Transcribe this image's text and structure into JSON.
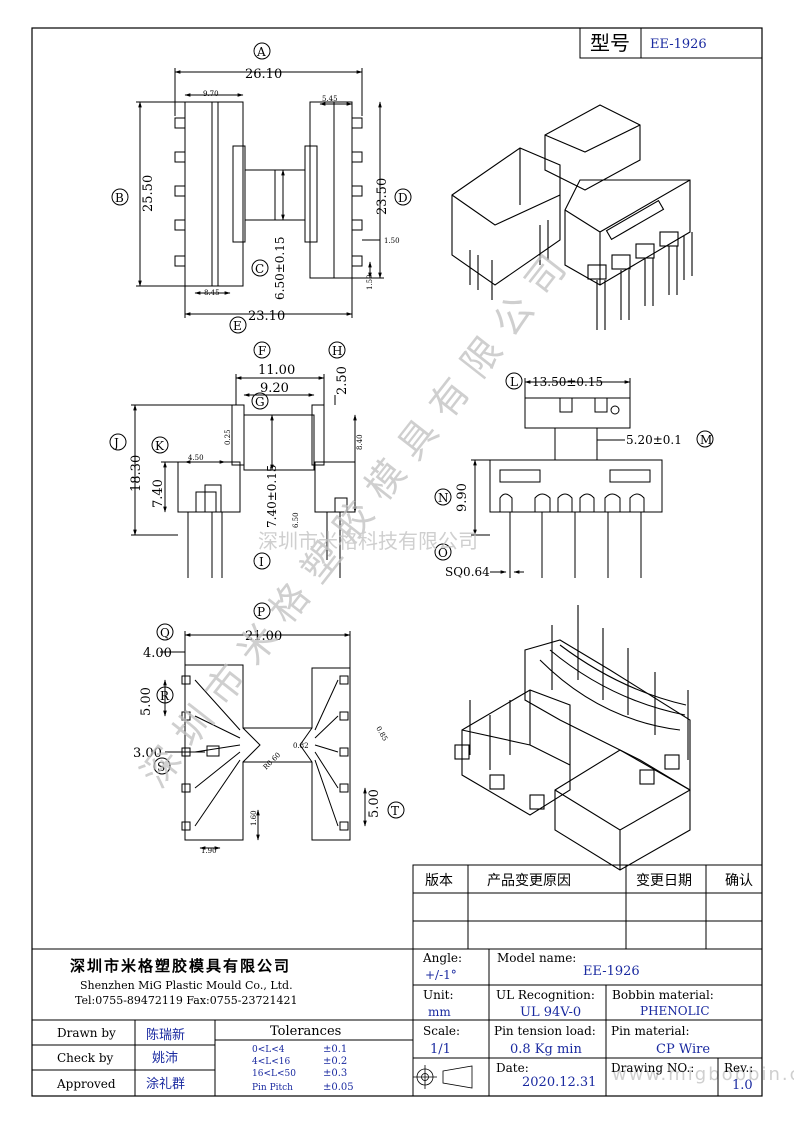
{
  "title_block": {
    "model_label": "型号",
    "model_value": "EE-1926"
  },
  "dimensions": {
    "A": "A",
    "B": "B",
    "C": "C",
    "D": "D",
    "E": "E",
    "F": "F",
    "G": "G",
    "H": "H",
    "I": "I",
    "J": "J",
    "K": "K",
    "L": "L",
    "M": "M",
    "N": "N",
    "O": "O",
    "P": "P",
    "Q": "Q",
    "R": "R",
    "S": "S",
    "T": "T",
    "a_val": "26.10",
    "b_val": "25.50",
    "c_val": "6.50±0.15",
    "d_val": "23.50",
    "e_val": "23.10",
    "f_val": "11.00",
    "g_val": "9.20",
    "h_val": "2.50",
    "i_val": "7.40±0.15",
    "j_val": "18.30",
    "k_val": "7.40",
    "l_val": "13.50±0.15",
    "m_val": "5.20±0.1",
    "n_val": "9.90",
    "o_val": "SQ0.64",
    "p_val": "21.00",
    "q_val": "4.00",
    "r_val": "5.00",
    "s_val": "3.00",
    "t_val": "5.00",
    "small_970": "9.70",
    "small_545": "5.45",
    "small_845": "8.45",
    "small_150a": "1.50",
    "small_150b": "1.50",
    "small_450": "4.50",
    "small_025": "0.25",
    "small_840": "8.40",
    "small_650": "6.50",
    "small_082": "0.82",
    "small_085": "0.85",
    "small_160": "1.60",
    "small_190": "1.90",
    "small_r": "R0.60"
  },
  "revision_table": {
    "col1": "版本",
    "col2": "产品变更原因",
    "col3": "变更日期",
    "col4": "确认"
  },
  "company": {
    "name_cn": "深圳市米格塑胶模具有限公司",
    "name_en": "Shenzhen MiG Plastic Mould Co., Ltd.",
    "contact": "Tel:0755-89472119   Fax:0755-23721421"
  },
  "specs": {
    "angle_label": "Angle:",
    "angle_value": "+/-1°",
    "model_label": "Model name:",
    "model_value": "EE-1926",
    "unit_label": "Unit:",
    "unit_value": "mm",
    "ul_label": "UL Recognition:",
    "ul_value": "UL 94V-0",
    "bobbin_label": "Bobbin material:",
    "bobbin_value": "PHENOLIC",
    "scale_label": "Scale:",
    "scale_value": "1/1",
    "pin_tension_label": "Pin tension load:",
    "pin_tension_value": "0.8 Kg min",
    "pin_material_label": "Pin material:",
    "pin_material_value": "CP Wire",
    "date_label": "Date:",
    "date_value": "2020.12.31",
    "drawing_label": "Drawing NO.:",
    "drawing_value": "",
    "rev_label": "Rev.:",
    "rev_value": "1.0"
  },
  "signoff": {
    "drawn_label": "Drawn by",
    "drawn_value": "陈瑞新",
    "check_label": "Check by",
    "check_value": "姚沛",
    "approved_label": "Approved",
    "approved_value": "涂礼群"
  },
  "tolerances": {
    "title": "Tolerances",
    "rows": [
      {
        "range": "0<L<4",
        "tol": "±0.1"
      },
      {
        "range": "4<L<16",
        "tol": "±0.2"
      },
      {
        "range": "16<L<50",
        "tol": "±0.3"
      },
      {
        "range": "Pin Pitch",
        "tol": "±0.05"
      }
    ]
  },
  "watermark": {
    "company": "深圳市米格科技有限公司",
    "diagonal": "深圳市米格塑胶模具有限公司",
    "url": "www.migbobbin.com"
  }
}
